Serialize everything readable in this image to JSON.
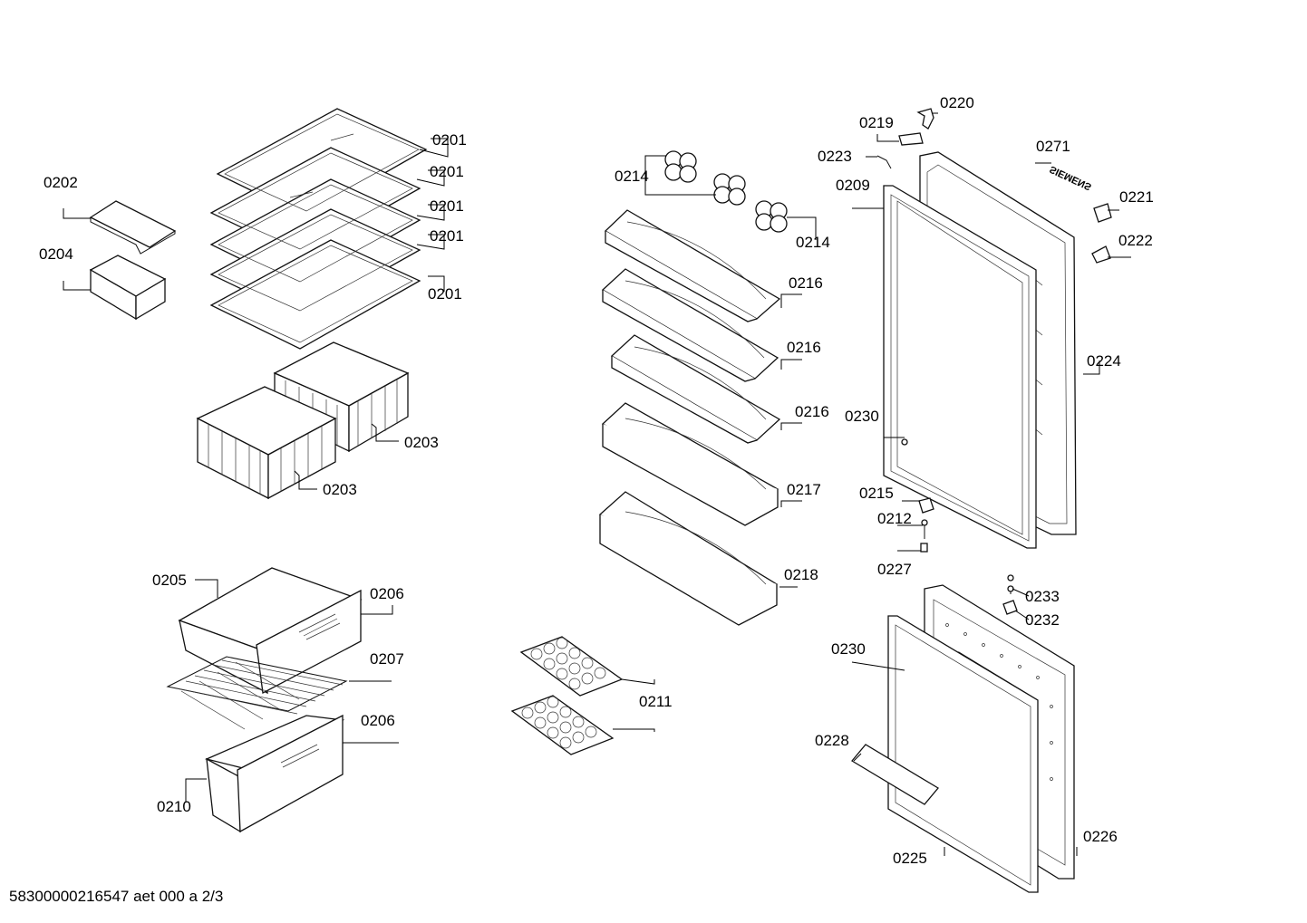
{
  "labels": {
    "l0201a": "0201",
    "l0201b": "0201",
    "l0201c": "0201",
    "l0201d": "0201",
    "l0201e": "0201",
    "l0202": "0202",
    "l0204": "0204",
    "l0203a": "0203",
    "l0203b": "0203",
    "l0205": "0205",
    "l0206a": "0206",
    "l0207": "0207",
    "l0206b": "0206",
    "l0210": "0210",
    "l0211": "0211",
    "l0214a": "0214",
    "l0214b": "0214",
    "l0216a": "0216",
    "l0216b": "0216",
    "l0216c": "0216",
    "l0217": "0217",
    "l0218": "0218",
    "l0219": "0219",
    "l0220": "0220",
    "l0223": "0223",
    "l0271": "0271",
    "l0209": "0209",
    "l0221": "0221",
    "l0222": "0222",
    "l0224": "0224",
    "l0230a": "0230",
    "l0215": "0215",
    "l0212": "0212",
    "l0227": "0227",
    "l0233": "0233",
    "l0232": "0232",
    "l0230b": "0230",
    "l0228": "0228",
    "l0226": "0226",
    "l0225": "0225"
  },
  "brand_mark": "SIEMENS",
  "footer": {
    "doc_id": "58300000216547 aet 000 a 2/3"
  }
}
